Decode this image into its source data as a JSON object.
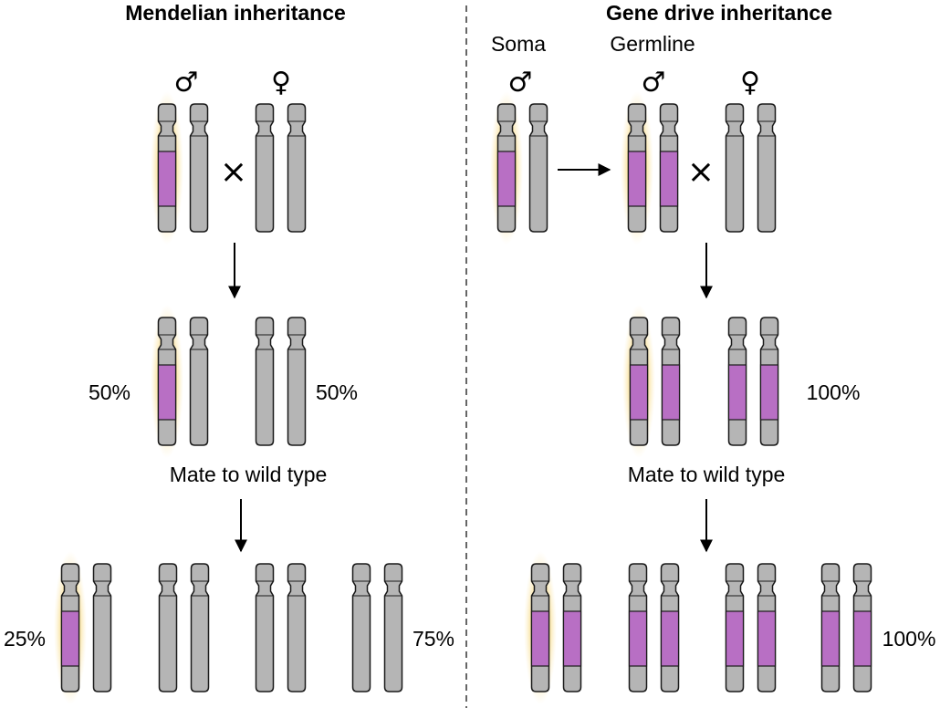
{
  "colors": {
    "chromosome_gray": "#b5b5b5",
    "drive_magenta": "#b86fc4",
    "highlight_gold": "#f4c542",
    "outline": "#1a1a1a"
  },
  "mendelian": {
    "title": "Mendelian inheritance",
    "male_symbol": "♂",
    "female_symbol": "♀",
    "cross_symbol": "×",
    "f1_left_percent": "50%",
    "f1_right_percent": "50%",
    "mate_label": "Mate to wild type",
    "f2_left_percent": "25%",
    "f2_right_percent": "75%"
  },
  "gene_drive": {
    "title": "Gene drive inheritance",
    "soma_label": "Soma",
    "germline_label": "Germline",
    "male_symbol": "♂",
    "female_symbol": "♀",
    "cross_symbol": "×",
    "f1_percent": "100%",
    "mate_label": "Mate to wild type",
    "f2_percent": "100%"
  }
}
